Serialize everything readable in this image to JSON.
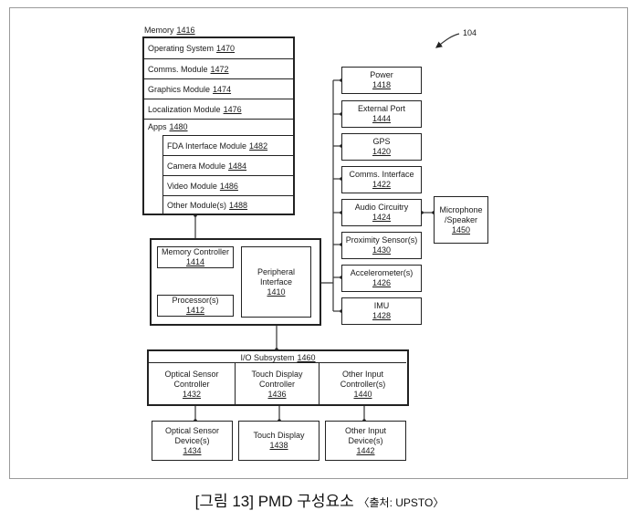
{
  "figure_ref": "104",
  "memory": {
    "title": "Memory",
    "num": "1416",
    "rows": [
      {
        "label": "Operating System",
        "num": "1470"
      },
      {
        "label": "Comms. Module",
        "num": "1472"
      },
      {
        "label": "Graphics Module",
        "num": "1474"
      },
      {
        "label": "Localization Module",
        "num": "1476"
      },
      {
        "label": "Apps",
        "num": "1480"
      }
    ],
    "apps": [
      {
        "label": "FDA Interface Module",
        "num": "1482"
      },
      {
        "label": "Camera Module",
        "num": "1484"
      },
      {
        "label": "Video Module",
        "num": "1486"
      },
      {
        "label": "Other Module(s)",
        "num": "1488"
      }
    ]
  },
  "peripherals": [
    {
      "label": "Power",
      "num": "1418"
    },
    {
      "label": "External Port",
      "num": "1444"
    },
    {
      "label": "GPS",
      "num": "1420"
    },
    {
      "label": "Comms. Interface",
      "num": "1422"
    },
    {
      "label": "Audio Circuitry",
      "num": "1424"
    },
    {
      "label": "Proximity Sensor(s)",
      "num": "1430"
    },
    {
      "label": "Accelerometer(s)",
      "num": "1426"
    },
    {
      "label": "IMU",
      "num": "1428"
    }
  ],
  "microphone": {
    "label": "Microphone /Speaker",
    "num": "1450"
  },
  "memory_controller": {
    "label": "Memory Controller",
    "num": "1414"
  },
  "processor": {
    "label": "Processor(s)",
    "num": "1412"
  },
  "peripheral_interface": {
    "label": "Peripheral Interface",
    "num": "1410"
  },
  "io": {
    "title": "I/O Subsystem",
    "num": "1460",
    "controllers": [
      {
        "label": "Optical Sensor Controller",
        "num": "1432"
      },
      {
        "label": "Touch Display Controller",
        "num": "1436"
      },
      {
        "label": "Other Input Controller(s)",
        "num": "1440"
      }
    ],
    "devices": [
      {
        "label": "Optical Sensor Device(s)",
        "num": "1434"
      },
      {
        "label": "Touch Display",
        "num": "1438"
      },
      {
        "label": "Other Input Device(s)",
        "num": "1442"
      }
    ]
  },
  "caption": {
    "main": "[그림 13] PMD 구성요소",
    "source": "〈출처: UPSTO〉"
  }
}
